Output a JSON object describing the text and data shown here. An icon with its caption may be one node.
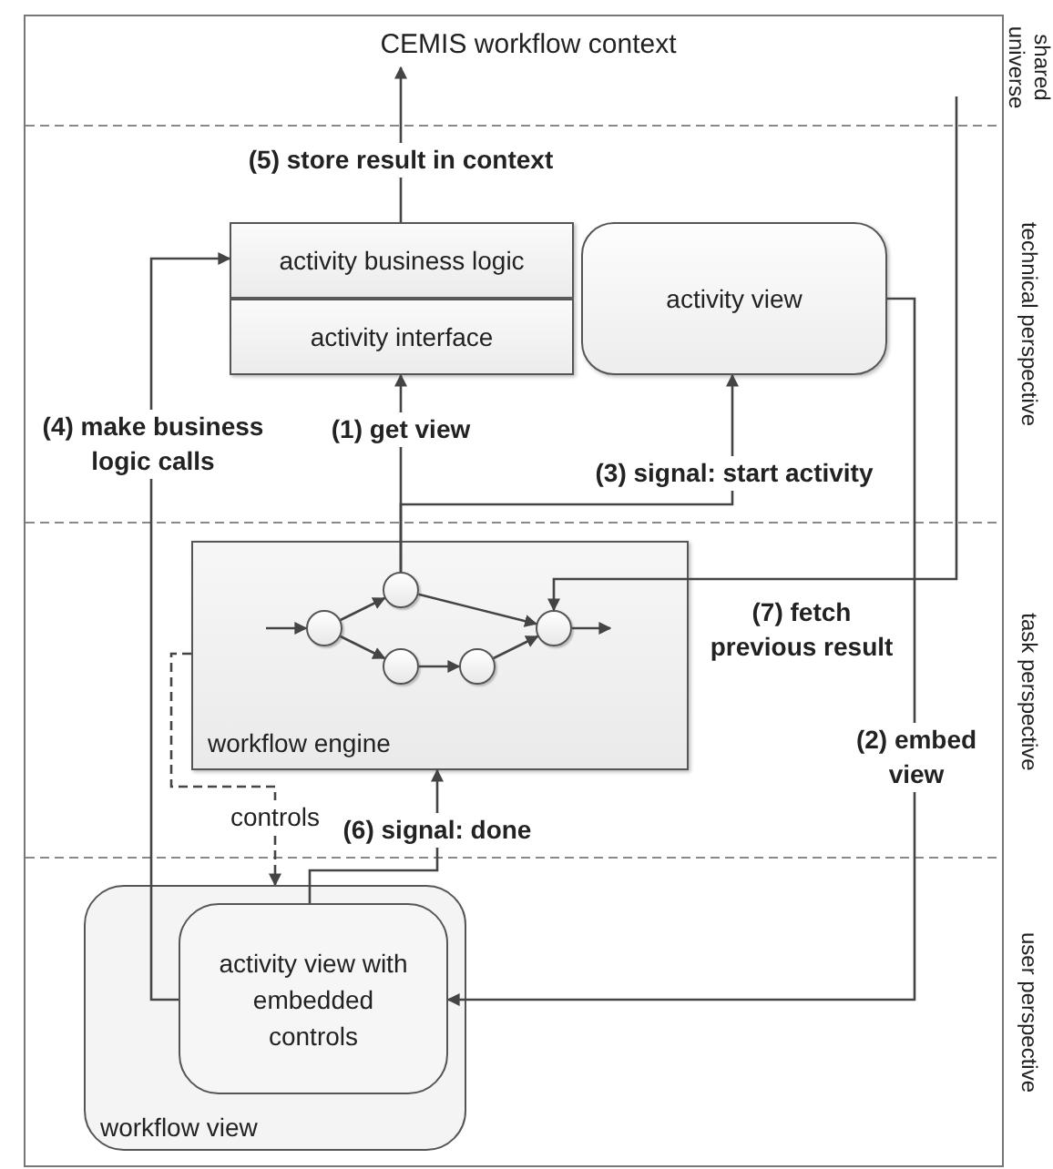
{
  "diagram": {
    "nodes": [
      {
        "text": [
          "CEMIS workflow context"
        ]
      },
      {
        "text": [
          "activity business logic"
        ]
      },
      {
        "text": [
          "activity interface"
        ]
      },
      {
        "text": [
          "activity view"
        ]
      },
      {
        "text": [
          "workflow engine"
        ]
      },
      {
        "text": [],
        "shape": "circle",
        "in": 4
      },
      {
        "text": [],
        "shape": "circle",
        "in": 4
      },
      {
        "text": [],
        "shape": "circle",
        "in": 4
      },
      {
        "text": [],
        "shape": "circle",
        "in": 4
      },
      {
        "text": [],
        "shape": "circle",
        "in": 4
      },
      {
        "text": [
          "workflow view"
        ]
      },
      {
        "text": [
          "activity view with embedded controls"
        ],
        "in": 10
      }
    ],
    "edges": [
      {
        "from": 1,
        "to": 0,
        "arrow": "to",
        "label": "(5) store result in context"
      },
      {
        "from": 6,
        "to": 2,
        "arrow": "to",
        "label": "(1) get view"
      },
      {
        "from": 6,
        "to": 3,
        "arrow": "to",
        "label": "(3) signal: start activity"
      },
      {
        "from": 11,
        "to": 1,
        "arrow": "to",
        "label": "(4) make business logic calls"
      },
      {
        "from": 3,
        "to": 11,
        "arrow": "to",
        "label": "(2) embed view"
      },
      {
        "from": null,
        "to": 9,
        "arrow": "to",
        "label": "(7) fetch previous result"
      },
      {
        "from": 11,
        "to": 4,
        "arrow": "to",
        "label": "(6) signal: done"
      },
      {
        "from": 4,
        "to": 10,
        "arrow": "to",
        "label": "controls",
        "style": "dashed"
      },
      {
        "from": null,
        "to": 5,
        "arrow": "to"
      },
      {
        "from": 5,
        "to": 6,
        "arrow": "to"
      },
      {
        "from": 5,
        "to": 7,
        "arrow": "to"
      },
      {
        "from": 6,
        "to": 9,
        "arrow": "to"
      },
      {
        "from": 7,
        "to": 8,
        "arrow": "to"
      },
      {
        "from": 8,
        "to": 9,
        "arrow": "to"
      },
      {
        "from": 9,
        "to": null,
        "arrow": "to"
      }
    ],
    "labels": [
      "shared universe",
      "technical perspective",
      "task perspective",
      "user perspective"
    ]
  }
}
